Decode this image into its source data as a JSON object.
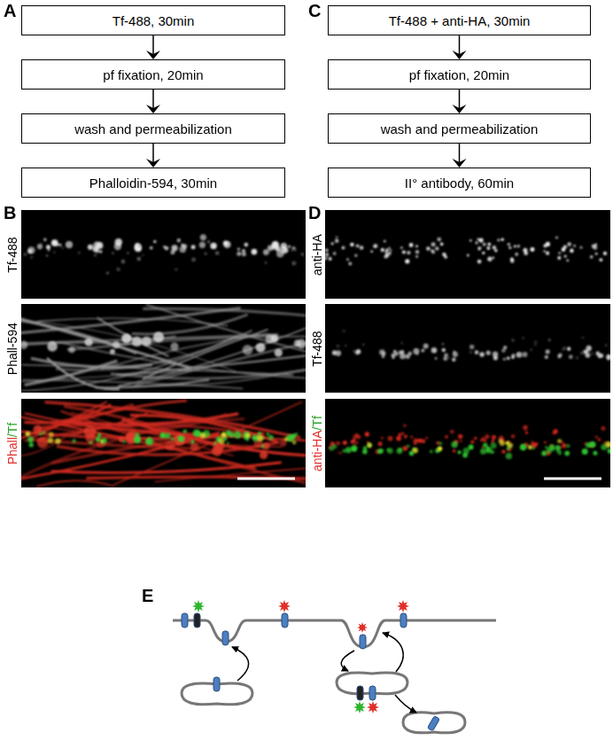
{
  "diagram": {
    "nodes": [
      {
        "text": [
          "Tf-488, 30min"
        ]
      },
      {
        "text": [
          "pf fixation, 20min"
        ]
      },
      {
        "text": [
          "wash and permeabilization"
        ]
      },
      {
        "text": [
          "Phalloidin-594, 30min"
        ]
      },
      {
        "text": [
          "Tf-488 + anti-HA, 30min"
        ]
      },
      {
        "text": [
          "pf fixation, 20min"
        ]
      },
      {
        "text": [
          "wash and permeabilization"
        ]
      },
      {
        "text": [
          "II° antibody, 60min"
        ]
      }
    ],
    "edges": [
      {
        "from": 0,
        "to": 1,
        "arrow": "to"
      },
      {
        "from": 1,
        "to": 2,
        "arrow": "to"
      },
      {
        "from": 2,
        "to": 3,
        "arrow": "to"
      },
      {
        "from": 4,
        "to": 5,
        "arrow": "to"
      },
      {
        "from": 5,
        "to": 6,
        "arrow": "to"
      },
      {
        "from": 6,
        "to": 7,
        "arrow": "to"
      }
    ],
    "labels": [
      "A",
      "C",
      "B",
      "Tf-488",
      "Phall-594",
      "Phall",
      "/Tf",
      "D",
      "anti-HA",
      "Tf-488",
      "anti-HA",
      "/Tf",
      "E"
    ]
  }
}
